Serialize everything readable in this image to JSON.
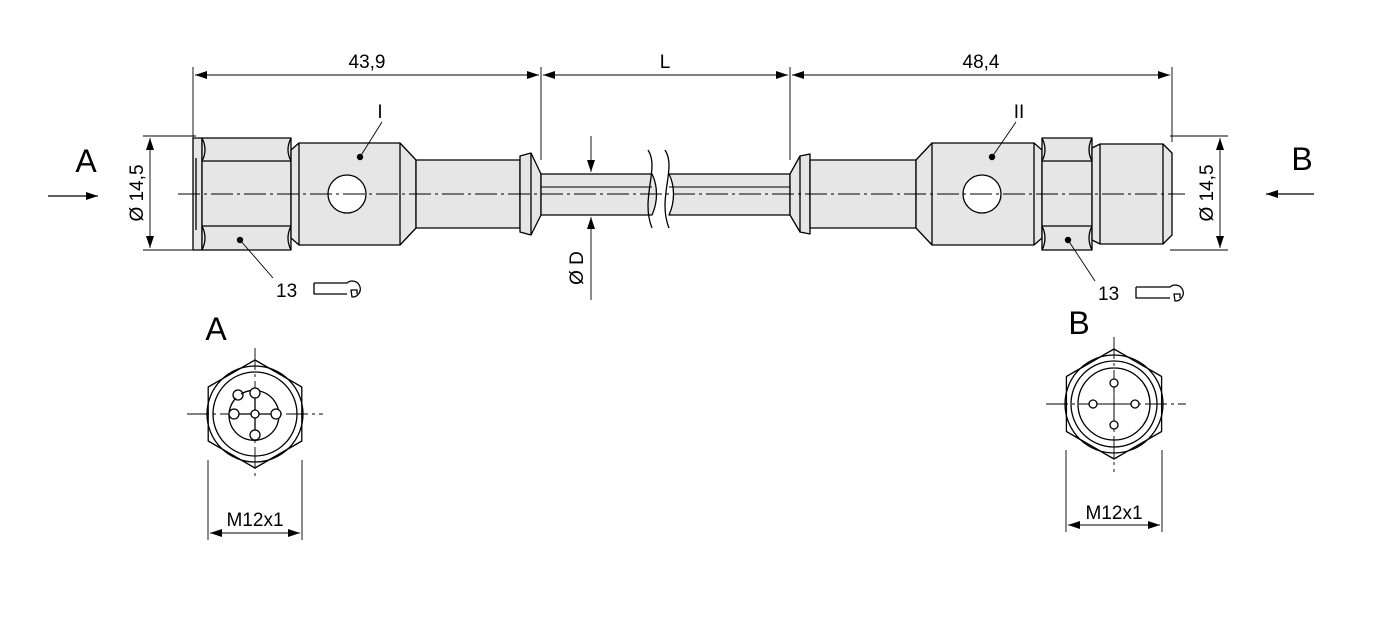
{
  "dimensions": {
    "left_length": "43,9",
    "cable_length": "L",
    "right_length": "48,4",
    "left_diameter": "Ø 14,5",
    "right_diameter": "Ø 14,5",
    "cable_diameter": "Ø D",
    "wrench_left": "13",
    "wrench_right": "13",
    "thread_left": "M12x1",
    "thread_right": "M12x1"
  },
  "labels": {
    "connector_1": "I",
    "connector_2": "II",
    "view_a": "A",
    "view_b": "B",
    "face_a": "A",
    "face_b": "B"
  }
}
